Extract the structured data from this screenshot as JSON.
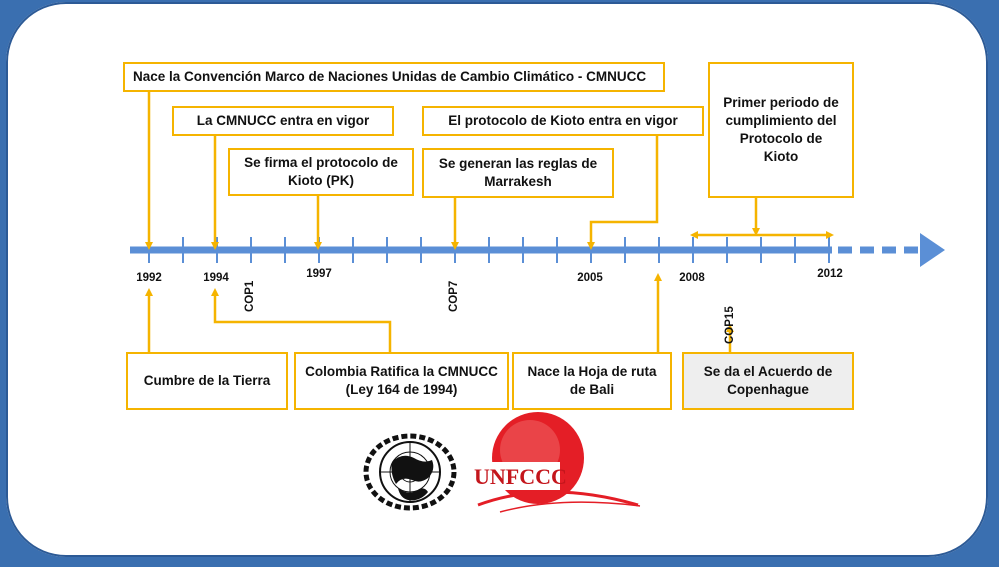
{
  "timeline": {
    "top_events": [
      "Nace la Convención Marco de Naciones Unidas de Cambio Climático - CMNUCC",
      "La CMNUCC entra en vigor",
      "Se firma el protocolo de Kioto (PK)",
      "El protocolo de Kioto entra en vigor",
      "Se generan las reglas de Marrakesh",
      "Primer periodo de cumplimiento del Protocolo de Kioto"
    ],
    "bottom_events": [
      "Cumbre de la Tierra",
      "Colombia Ratifica la CMNUCC (Ley 164 de 1994)",
      "Nace la Hoja de ruta de Bali",
      "Se da el Acuerdo de Copenhague"
    ],
    "years": [
      "1992",
      "1994",
      "1997",
      "2005",
      "2008",
      "2012"
    ],
    "cops": [
      "COP1",
      "COP7",
      "COP15"
    ]
  },
  "logos": {
    "unfccc_text": "UNFCCC"
  },
  "colors": {
    "timeline": "#5b8fd6",
    "box_border": "#f5b400",
    "background": "#3a6fb0"
  }
}
